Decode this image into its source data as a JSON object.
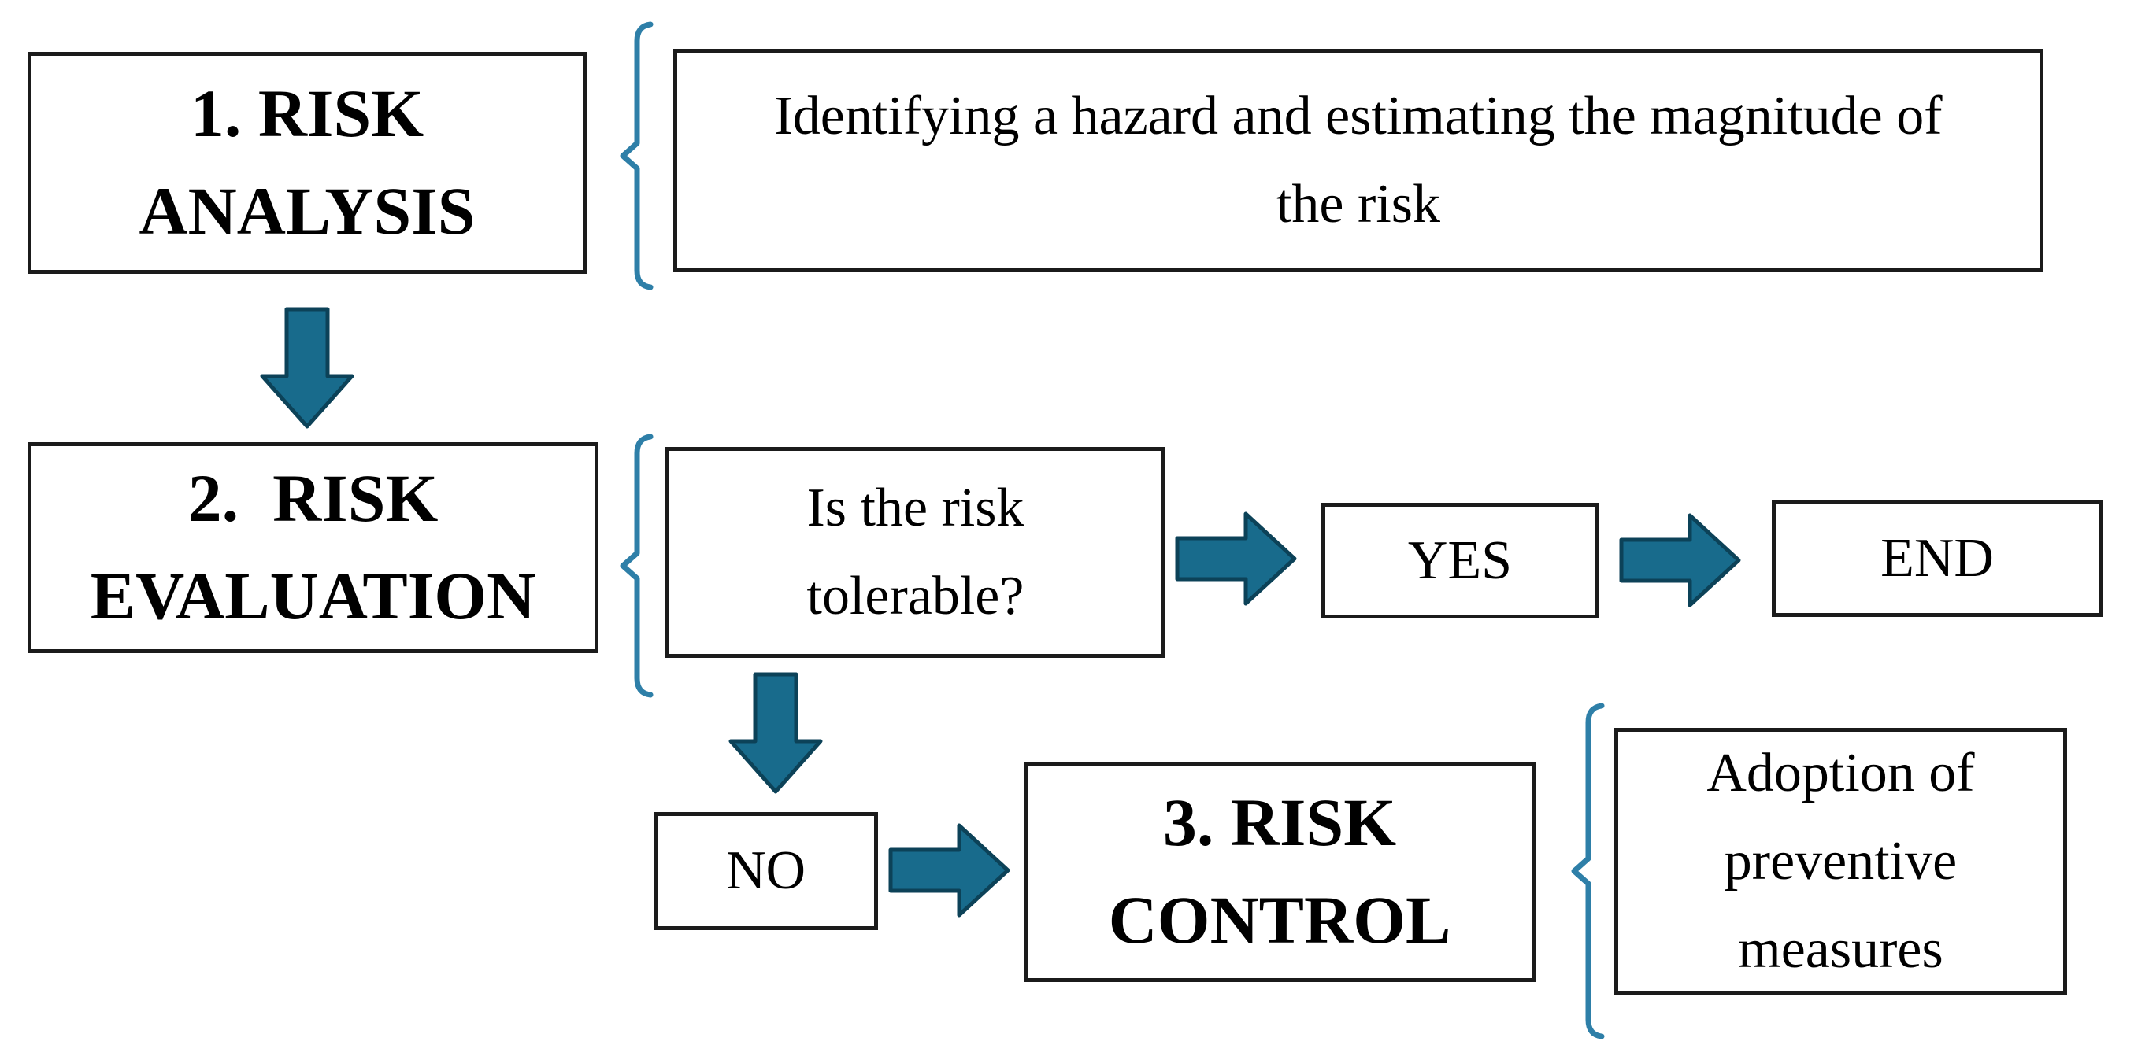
{
  "diagram": {
    "title": "Risk management flowchart",
    "colors": {
      "arrow_fill": "#186B8C",
      "arrow_stroke": "#0C4258",
      "brace": "#2E7FA8",
      "box_border": "#1b1b1b",
      "text": "#000000",
      "background": "#ffffff"
    },
    "nodes": {
      "risk_analysis": {
        "label": "1. RISK\nANALYSIS"
      },
      "identifying": {
        "label": "Identifying a hazard and estimating the magnitude of\nthe risk"
      },
      "risk_evaluation": {
        "label": "2.  RISK\nEVALUATION"
      },
      "tolerable": {
        "label": "Is the risk\ntolerable?"
      },
      "yes": {
        "label": "YES"
      },
      "end": {
        "label": "END"
      },
      "no": {
        "label": "NO"
      },
      "risk_control": {
        "label": "3. RISK\nCONTROL"
      },
      "adoption": {
        "label": "Adoption of\npreventive\nmeasures"
      }
    }
  }
}
